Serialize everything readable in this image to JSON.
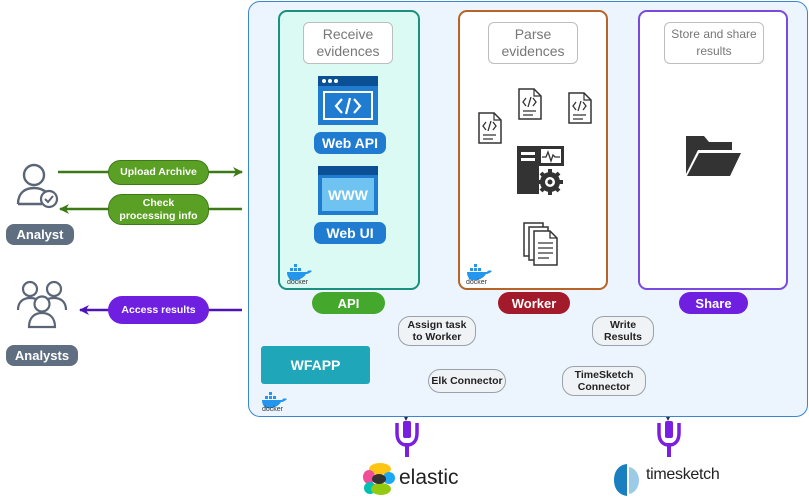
{
  "platform": {
    "wfapp_label": "WFAPP",
    "docker_label": "docker"
  },
  "panels": {
    "receive": {
      "title": "Receive evidences",
      "items": [
        "Web API",
        "Web UI"
      ]
    },
    "parse": {
      "title": "Parse evidences"
    },
    "share": {
      "title": "Store and share results"
    }
  },
  "components": {
    "api": "API",
    "worker": "Worker",
    "share": "Share"
  },
  "connections": {
    "assign_task": "Assign task to Worker",
    "write_results": "Write Results",
    "elk_connector": "Elk Connector",
    "timesketch_connector": "TimeSketch Connector"
  },
  "actors": {
    "analyst": "Analyst",
    "analysts": "Analysts"
  },
  "flows": {
    "upload_archive": "Upload Archive",
    "check_processing": "Check processing info",
    "access_results": "Access results"
  },
  "outputs": {
    "elastic": "elastic",
    "timesketch": "timesketch"
  },
  "icons": {
    "web_api": "code-window-icon",
    "web_ui": "www-window-icon",
    "parser": "server-gear-icon",
    "files": "code-file-icon",
    "documents": "documents-icon",
    "folder": "folder-icon",
    "connector": "plug-icon",
    "docker": "docker-whale-icon",
    "analyst": "user-check-icon",
    "analysts": "user-group-icon"
  },
  "colors": {
    "receive_border": "#1a9180",
    "parse_border": "#b86428",
    "share_border": "#7a4ae0",
    "api": "#44a82c",
    "worker": "#a31a2a",
    "share": "#6e1fe0",
    "platform_border": "#3a86d0"
  }
}
